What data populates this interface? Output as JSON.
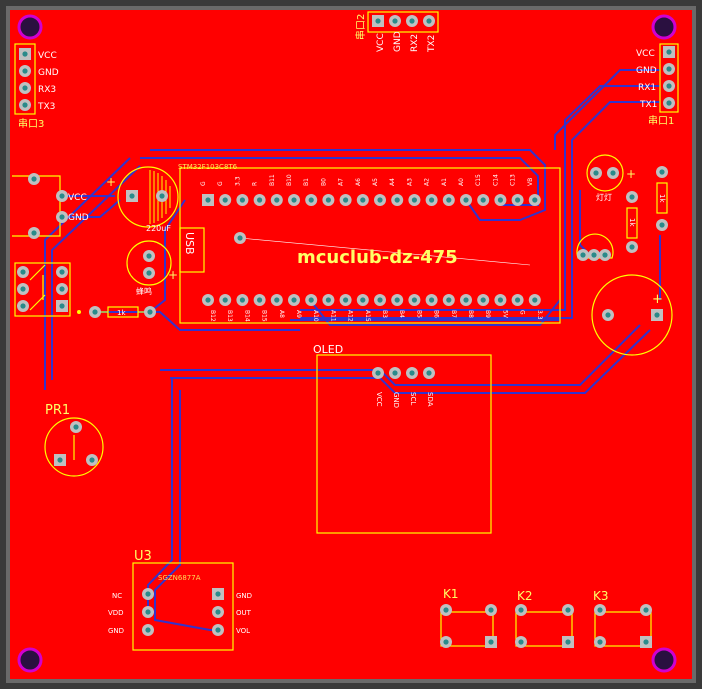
{
  "board": {
    "colors": {
      "copper": "#ff0000",
      "trace_top": "#ff0000",
      "trace_bottom": "#3333cc",
      "silkscreen": "#ffff00",
      "pad": "#c0c0c0",
      "hole": "#2a8a8a",
      "mount_hole": "#d000d0",
      "background": "#3a3a3a"
    },
    "logo_text": "mcuclub-dz-475",
    "uart3": {
      "pins": [
        "VCC",
        "GND",
        "RX3",
        "TX3"
      ],
      "name": "串口3"
    },
    "uart2": {
      "pins": [
        "VCC",
        "GND",
        "RX2",
        "TX2"
      ],
      "name": "串口2"
    },
    "uart1": {
      "pins": [
        "VCC",
        "GND",
        "RX1",
        "TX1"
      ],
      "name": "串口1"
    },
    "power": {
      "pins": [
        "VCC",
        "GND"
      ]
    },
    "capacitor_label": "220uF",
    "mcu_label": "STM32F103C8T6",
    "usb_label": "USB",
    "mcu_top_pins": [
      "G",
      "G",
      "3.3",
      "R",
      "B11",
      "B10",
      "B1",
      "B0",
      "A7",
      "A6",
      "A5",
      "A4",
      "A3",
      "A2",
      "A1",
      "A0",
      "C15",
      "C14",
      "C13",
      "VB"
    ],
    "mcu_bottom_pins": [
      "B12",
      "B13",
      "B14",
      "B15",
      "A8",
      "A9",
      "A10",
      "A11",
      "A12",
      "A15",
      "B3",
      "B4",
      "B5",
      "B6",
      "B7",
      "B8",
      "B9",
      "5V",
      "G",
      "3.3"
    ],
    "resistor_label": "1k",
    "buzzer_label": "蜂鸣",
    "led_label": "灯灯",
    "resistor_right_label": "1k",
    "resistor_mid_label": "1k",
    "oled": {
      "title": "OLED",
      "pins": [
        "VCC",
        "GND",
        "SCL",
        "SDA"
      ]
    },
    "pr1_label": "PR1",
    "u3": {
      "ref": "U3",
      "part": "SGZN6877A",
      "left_pins": [
        "NC",
        "VDD",
        "GND"
      ],
      "right_pins": [
        "GND",
        "OUT",
        "VOL"
      ]
    },
    "keys": [
      "K1",
      "K2",
      "K3"
    ]
  }
}
